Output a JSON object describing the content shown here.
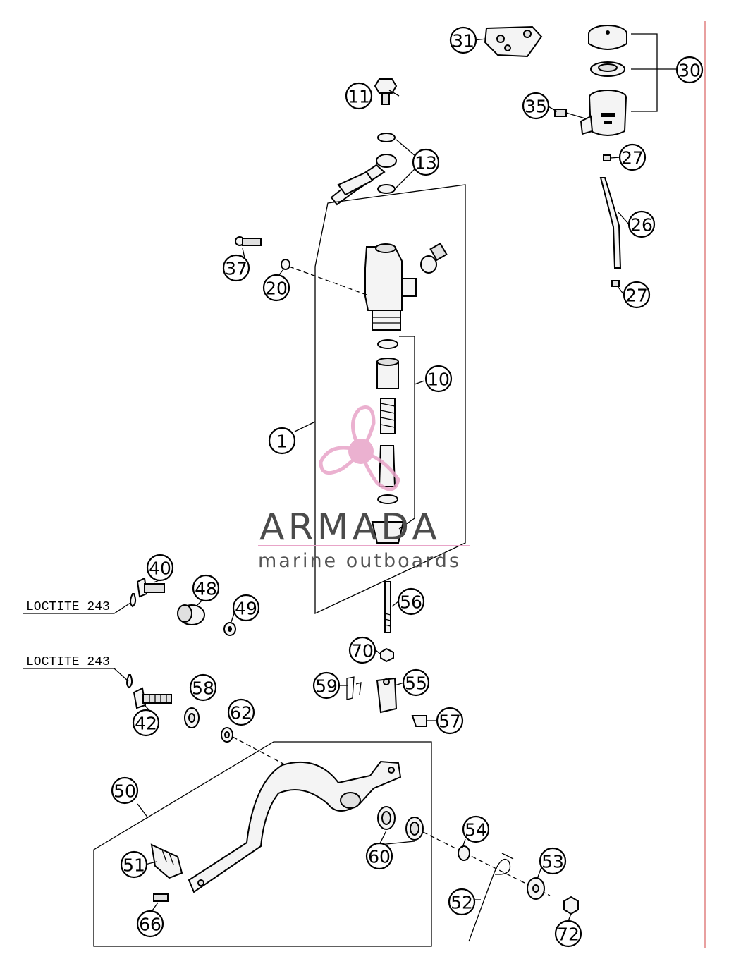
{
  "watermark": {
    "title": "ARMADA",
    "subtitle": "marine outboards",
    "logo_color": "#e8a4c8"
  },
  "notes": {
    "loctite_1": "LOCTITE 243",
    "loctite_2": "LOCTITE 243"
  },
  "callouts": [
    {
      "key": "p31",
      "label": "31"
    },
    {
      "key": "p30",
      "label": "30"
    },
    {
      "key": "p11",
      "label": "11"
    },
    {
      "key": "p35",
      "label": "35"
    },
    {
      "key": "p13",
      "label": "13"
    },
    {
      "key": "p27a",
      "label": "27"
    },
    {
      "key": "p26",
      "label": "26"
    },
    {
      "key": "p37",
      "label": "37"
    },
    {
      "key": "p20",
      "label": "20"
    },
    {
      "key": "p27b",
      "label": "27"
    },
    {
      "key": "p10",
      "label": "10"
    },
    {
      "key": "p1",
      "label": "1"
    },
    {
      "key": "p40",
      "label": "40"
    },
    {
      "key": "p48",
      "label": "48"
    },
    {
      "key": "p56",
      "label": "56"
    },
    {
      "key": "p49",
      "label": "49"
    },
    {
      "key": "p70",
      "label": "70"
    },
    {
      "key": "p58",
      "label": "58"
    },
    {
      "key": "p59",
      "label": "59"
    },
    {
      "key": "p55",
      "label": "55"
    },
    {
      "key": "p62",
      "label": "62"
    },
    {
      "key": "p42",
      "label": "42"
    },
    {
      "key": "p57",
      "label": "57"
    },
    {
      "key": "p50",
      "label": "50"
    },
    {
      "key": "p54",
      "label": "54"
    },
    {
      "key": "p53",
      "label": "53"
    },
    {
      "key": "p60",
      "label": "60"
    },
    {
      "key": "p51",
      "label": "51"
    },
    {
      "key": "p52",
      "label": "52"
    },
    {
      "key": "p66",
      "label": "66"
    },
    {
      "key": "p72",
      "label": "72"
    }
  ]
}
